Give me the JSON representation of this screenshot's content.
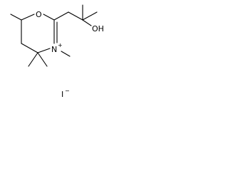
{
  "molecule": {
    "atoms": {
      "ring_oxygen": "O",
      "hydroxyl": "OH",
      "ring_nitrogen": "N",
      "nitrogen_charge": "+",
      "iodide": "I",
      "iodide_charge": "−"
    }
  }
}
